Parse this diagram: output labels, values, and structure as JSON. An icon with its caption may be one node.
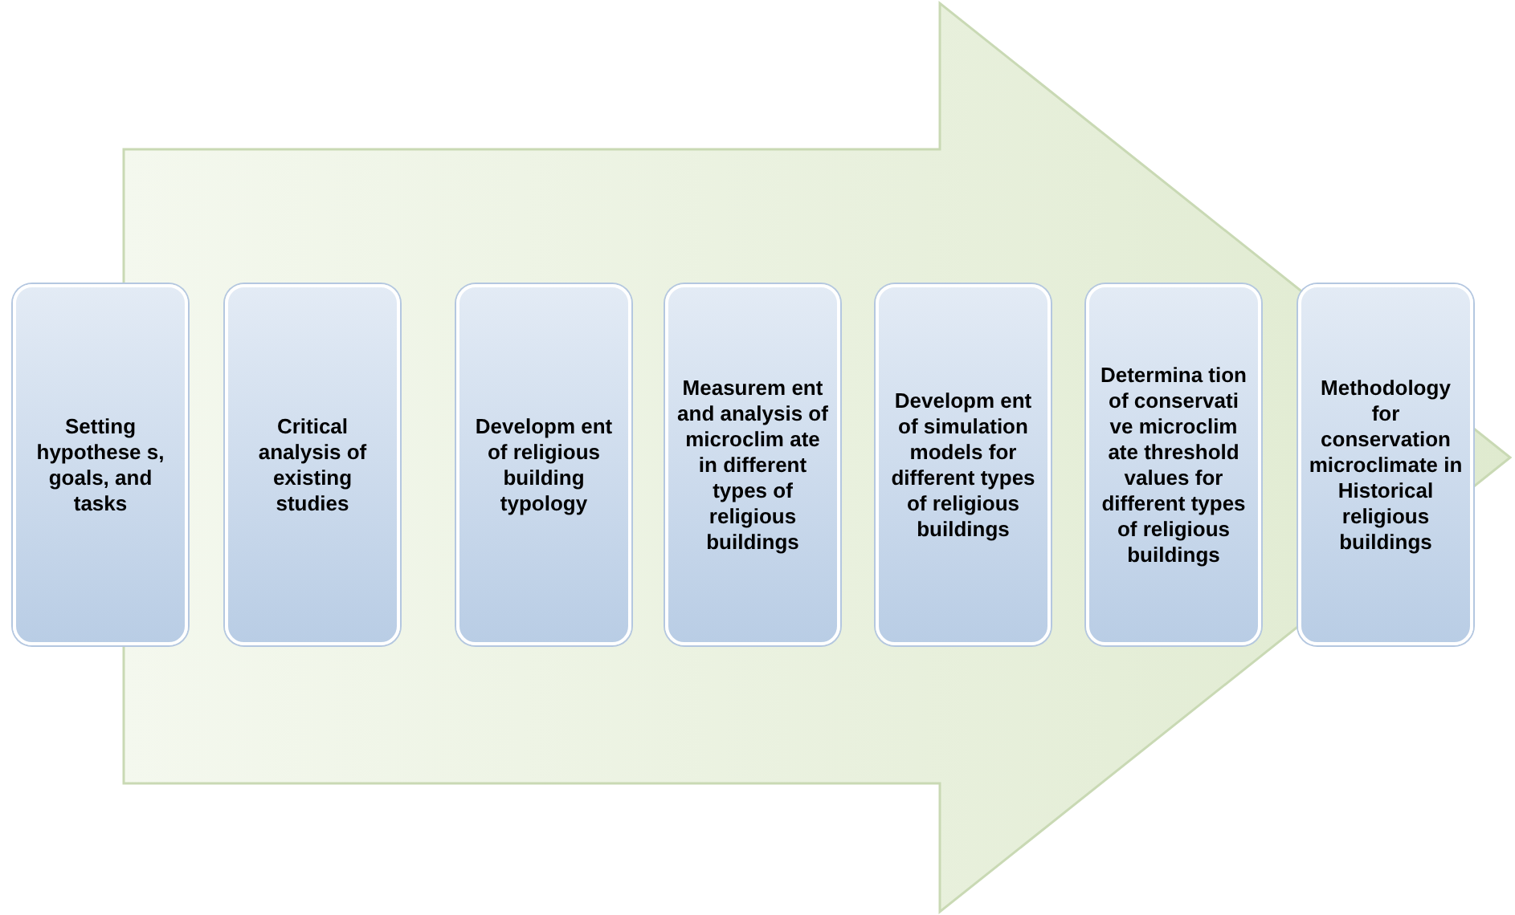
{
  "diagram": {
    "nodes": [
      {
        "text": [
          "Setting hypothese s, goals, and tasks"
        ]
      },
      {
        "text": [
          "Critical analysis of existing studies"
        ]
      },
      {
        "text": [
          "Developm ent of religious building typology"
        ]
      },
      {
        "text": [
          "Measurem ent and analysis of microclim ate in different types of religious buildings"
        ]
      },
      {
        "text": [
          "Developm ent of simulation models for different types of religious buildings"
        ]
      },
      {
        "text": [
          "Determina tion of conservati ve microclim ate threshold values for different types of religious buildings"
        ]
      },
      {
        "text": [
          "Methodology for conservation microclimate in Historical religious buildings"
        ]
      }
    ],
    "edges": [
      {
        "from": 0,
        "to": 6,
        "arrow": "to",
        "style": "thick"
      }
    ]
  }
}
